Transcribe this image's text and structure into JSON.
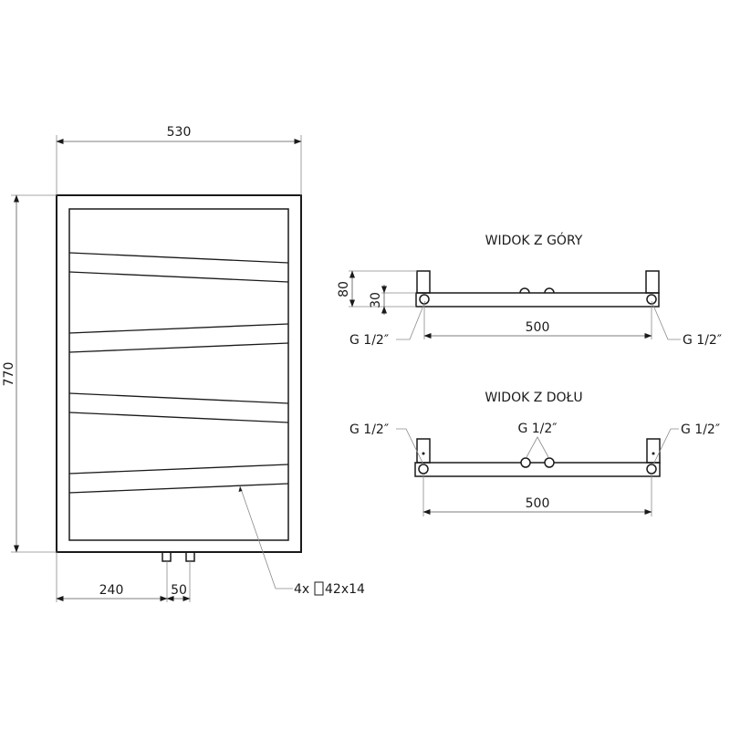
{
  "front_view": {
    "width_label": "530",
    "height_label": "770",
    "offset_label": "240",
    "spacing_label": "50",
    "bar_note": "4x □42x14",
    "bar_note_parts": {
      "count": "4x",
      "profile_symbol": "square",
      "size": "42x14"
    }
  },
  "top_view": {
    "title": "WIDOK Z GÓRY",
    "depth_label": "80",
    "pipe_depth_label": "30",
    "span_label": "500",
    "connection_left": "G 1/2″",
    "connection_right": "G 1/2″"
  },
  "bottom_view": {
    "title": "WIDOK Z DOŁU",
    "span_label": "500",
    "connection_left": "G 1/2″",
    "connection_center": "G 1/2″",
    "connection_right": "G 1/2″"
  }
}
